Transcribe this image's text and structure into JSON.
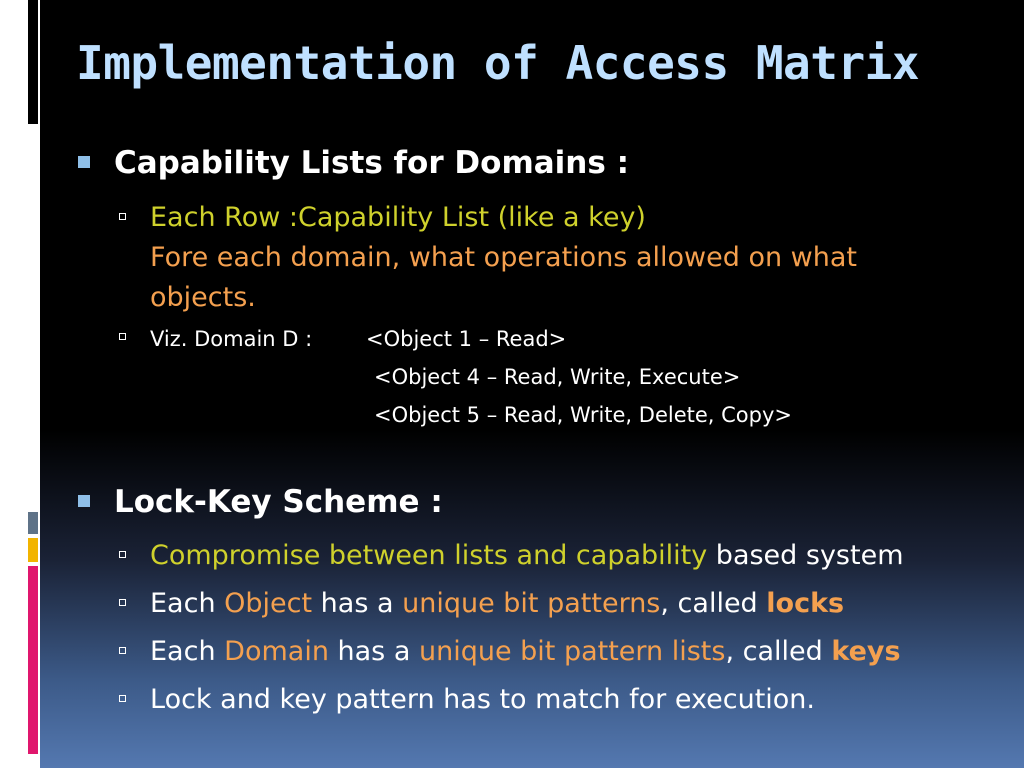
{
  "title": "Implementation of Access Matrix",
  "colors": {
    "title": "#bfe0ff",
    "text": "#ffffff",
    "yellow": "#cfd12c",
    "orange": "#f4a04f",
    "bullet_main": "#8fbfe8",
    "accent_pink": "#e0176d",
    "accent_yellow": "#f2b400",
    "accent_gray": "#5f7388"
  },
  "section1": {
    "heading": "Capability Lists for Domains :",
    "row_heading": "Each Row :Capability List (like a key)",
    "row_line2": "Fore each domain, what operations allowed on what",
    "row_line3": "objects.",
    "viz_label": "Viz. Domain D :",
    "viz_items": [
      "<Object 1 – Read>",
      "<Object 4 – Read, Write, Execute>",
      "<Object 5 – Read, Write, Delete, Copy>"
    ]
  },
  "section2": {
    "heading": "Lock-Key Scheme :",
    "b1_yellow": "Compromise between lists and capability",
    "b1_white": " based system",
    "b2_each": "Each ",
    "b2_object": "Object",
    "b2_has": " has a ",
    "b2_pattern": "unique bit patterns",
    "b2_called": ", called ",
    "b2_locks": "locks",
    "b3_each": "Each ",
    "b3_domain": "Domain",
    "b3_has": " has a ",
    "b3_pattern": "unique bit pattern lists",
    "b3_called": ", called ",
    "b3_keys": "keys",
    "b4": "Lock and key pattern has to match for execution."
  }
}
